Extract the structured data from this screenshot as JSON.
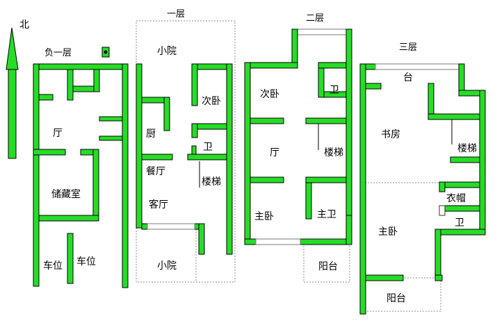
{
  "compass": {
    "label": "北"
  },
  "floors": [
    {
      "name": "负一层",
      "rooms": [
        "厅",
        "储藏室",
        "车位",
        "车位"
      ]
    },
    {
      "name": "一层",
      "rooms": [
        "小院",
        "次卧",
        "厨",
        "卫",
        "餐厅",
        "楼梯",
        "客厅",
        "小院"
      ]
    },
    {
      "name": "二层",
      "rooms": [
        "次卧",
        "卫",
        "厅",
        "楼梯",
        "主卧",
        "主卫",
        "阳台"
      ]
    },
    {
      "name": "三层",
      "rooms": [
        "台",
        "书房",
        "楼梯",
        "衣帽",
        "主卧",
        "卫",
        "阳台"
      ]
    }
  ],
  "colors": {
    "wall": "#26dd26",
    "outline": "#000000",
    "dashed": "#888888"
  }
}
